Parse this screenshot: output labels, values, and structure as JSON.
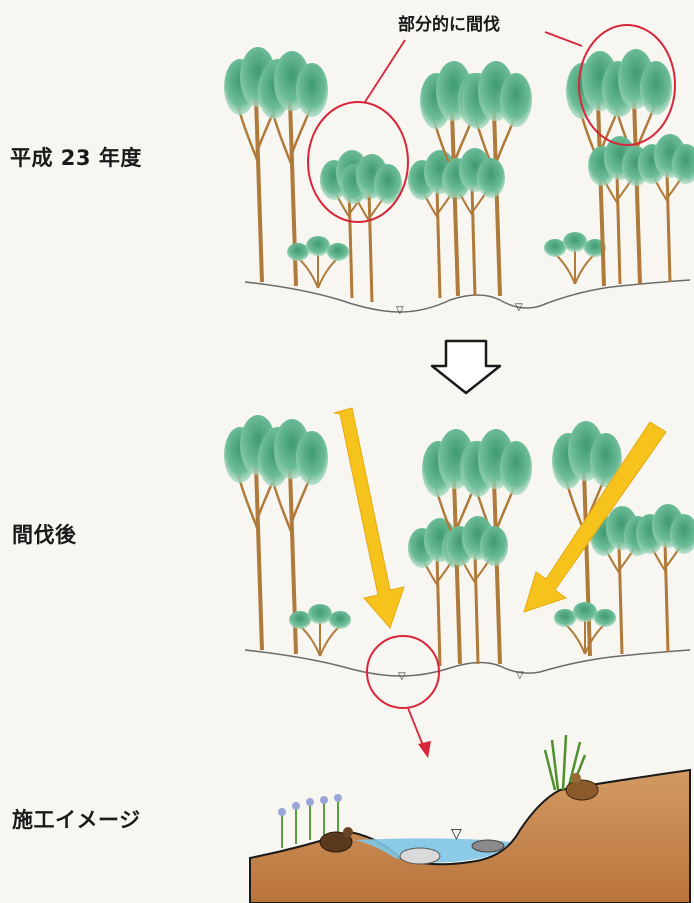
{
  "labels": {
    "year_2023": "平成 23 年度",
    "after_thinning": "間伐後",
    "construction_image": "施工イメージ"
  },
  "callout": "部分的に間伐",
  "colors": {
    "foliage": "#5cb38e",
    "foliage_dark": "#3f9a72",
    "trunk": "#b07a3a",
    "sunlight": "#f6c21c",
    "circle": "#d8253a",
    "soil": "#c98a4f",
    "water": "#7fc6e6"
  }
}
